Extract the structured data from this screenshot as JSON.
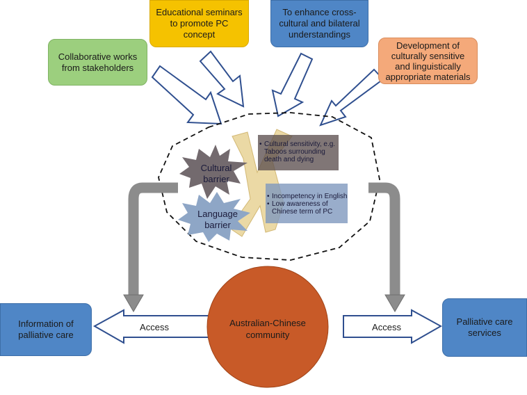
{
  "inputs": {
    "collaborative": "Collaborative works from stakeholders",
    "seminars": "Educational seminars to promote PC concept",
    "cross_cultural": "To enhance cross-cultural and bilateral understandings",
    "materials": "Development of culturally sensitive and linguistically appropriate materials"
  },
  "barriers": {
    "cultural_line1": "Cultural",
    "cultural_line2": "barrier",
    "language_line1": "Language",
    "language_line2": "barrier"
  },
  "notes": {
    "cultural": [
      "Cultural sensitivity, e.g. Taboos surrounding death and dying"
    ],
    "language": [
      "Incompetency in English",
      "Low awareness of Chinese term of PC"
    ]
  },
  "community": {
    "line1": "Australian-Chinese",
    "line2": "community"
  },
  "access": {
    "left_label": "Access",
    "right_label": "Access"
  },
  "outputs": {
    "information": "Information of palliative care",
    "services": "Palliative care services"
  },
  "colors": {
    "green_box": "#9ccf7e",
    "yellow_box": "#f5c200",
    "blue_box": "#4f86c6",
    "orange_box": "#f4a97a",
    "community_circle": "#c85a28",
    "cultural_star": "#736a6e",
    "language_star": "#8ea6c6",
    "gray_arrow": "#8c8c8c",
    "outline_arrow": "#2f4f8f"
  }
}
